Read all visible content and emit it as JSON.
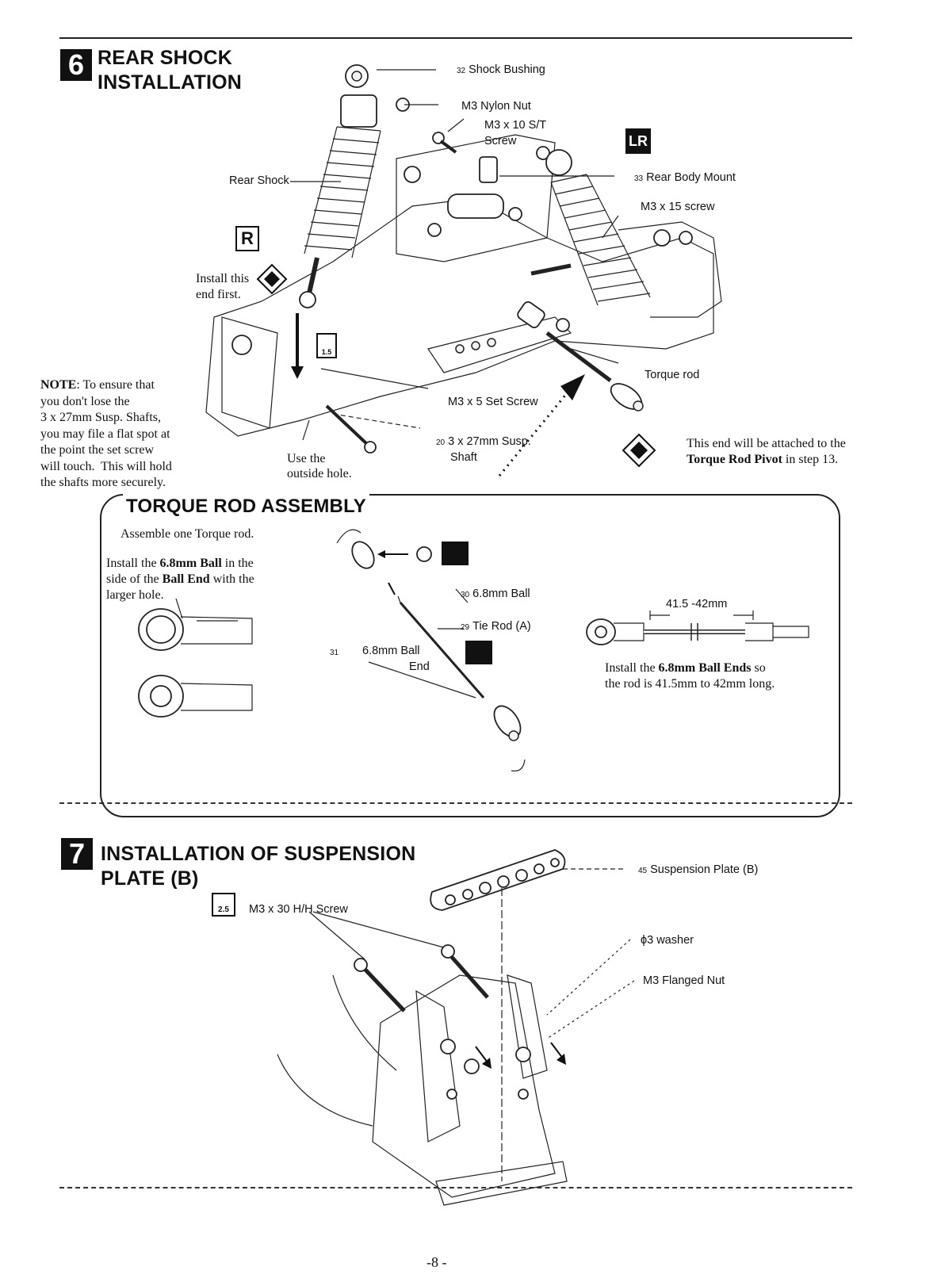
{
  "step6": {
    "number": "6",
    "title_line1": "REAR SHOCK",
    "title_line2": "INSTALLATION",
    "side_badge": "R",
    "side_badge_lr": "LR",
    "labels": {
      "shock_bushing_num": "32",
      "shock_bushing": "Shock Bushing",
      "m3_nylon_nut": "M3 Nylon Nut",
      "m3x10_line1": "M3 x 10 S/T",
      "m3x10_line2": "Screw",
      "rear_shock": "Rear Shock",
      "rear_body_mount_num": "33",
      "rear_body_mount": "Rear Body Mount",
      "m3x15": "M3 x 15 screw",
      "torque_rod": "Torque rod",
      "m3x5_set": "M3 x 5 Set Screw",
      "susp_shaft_num": "20",
      "susp_shaft_line1": "3 x 27mm Susp.",
      "susp_shaft_line2": "Shaft",
      "tool_size": "1.5"
    },
    "install_first": "Install this\nend first.",
    "use_outside": "Use the\noutside hole.",
    "note_label": "NOTE",
    "note_text": ": To ensure that\nyou don't lose the\n3 x 27mm Susp. Shafts,\nyou may file a flat spot at\nthe point the set screw\nwill touch.  This will hold\nthe shafts more securely.",
    "attach_text_1": "This end will be attached to the",
    "attach_bold": "Torque Rod Pivot",
    "attach_text_2": " in step 13."
  },
  "torque": {
    "title": "TORQUE ROD ASSEMBLY",
    "assemble_one": "Assemble one Torque rod.",
    "install_1": "Install the ",
    "install_bold1": "6.8mm Ball",
    "install_2": " in the",
    "install_3": "side of the ",
    "install_bold2": "Ball End",
    "install_4": " with the",
    "install_5": "larger hole.",
    "ball_num": "30",
    "ball_label": "6.8mm Ball",
    "tie_num": "29",
    "tie_label": "Tie Rod (A)",
    "ballend_num": "31",
    "ballend_line1": "6.8mm Ball",
    "ballend_line2": "End",
    "dim": "41.5 -42mm",
    "ends_1": "Install the ",
    "ends_bold": "6.8mm Ball Ends",
    "ends_2": " so",
    "ends_3": "the rod is 41.5mm to 42mm long."
  },
  "step7": {
    "number": "7",
    "title_line1": "INSTALLATION OF SUSPENSION",
    "title_line2": "PLATE (B)",
    "tool_size": "2.5",
    "screw": "M3 x 30 H/H Screw",
    "plate_num": "45",
    "plate": "Suspension Plate (B)",
    "washer": "ϕ3 washer",
    "nut": "M3 Flanged Nut"
  },
  "page_number": "-8 -"
}
